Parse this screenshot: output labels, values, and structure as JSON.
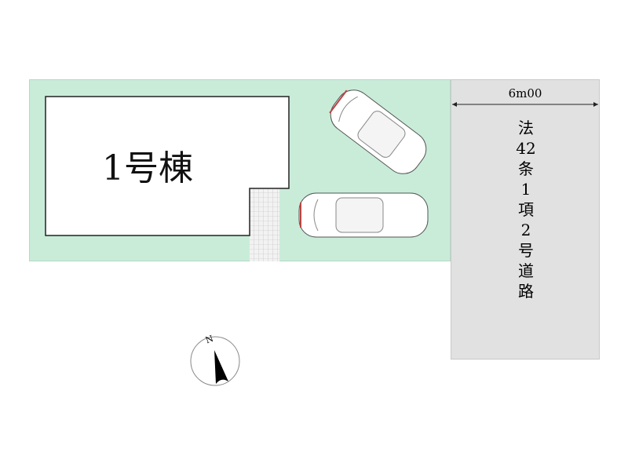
{
  "building": {
    "label": "1号棟"
  },
  "road": {
    "width_label": "6m00",
    "name_chars": [
      "法",
      "42",
      "条",
      "1",
      "項",
      "2",
      "号",
      "道",
      "路"
    ]
  },
  "compass": {
    "label": "N"
  },
  "colors": {
    "lot": "#c9ecd9",
    "road": "#e1e1e1"
  }
}
